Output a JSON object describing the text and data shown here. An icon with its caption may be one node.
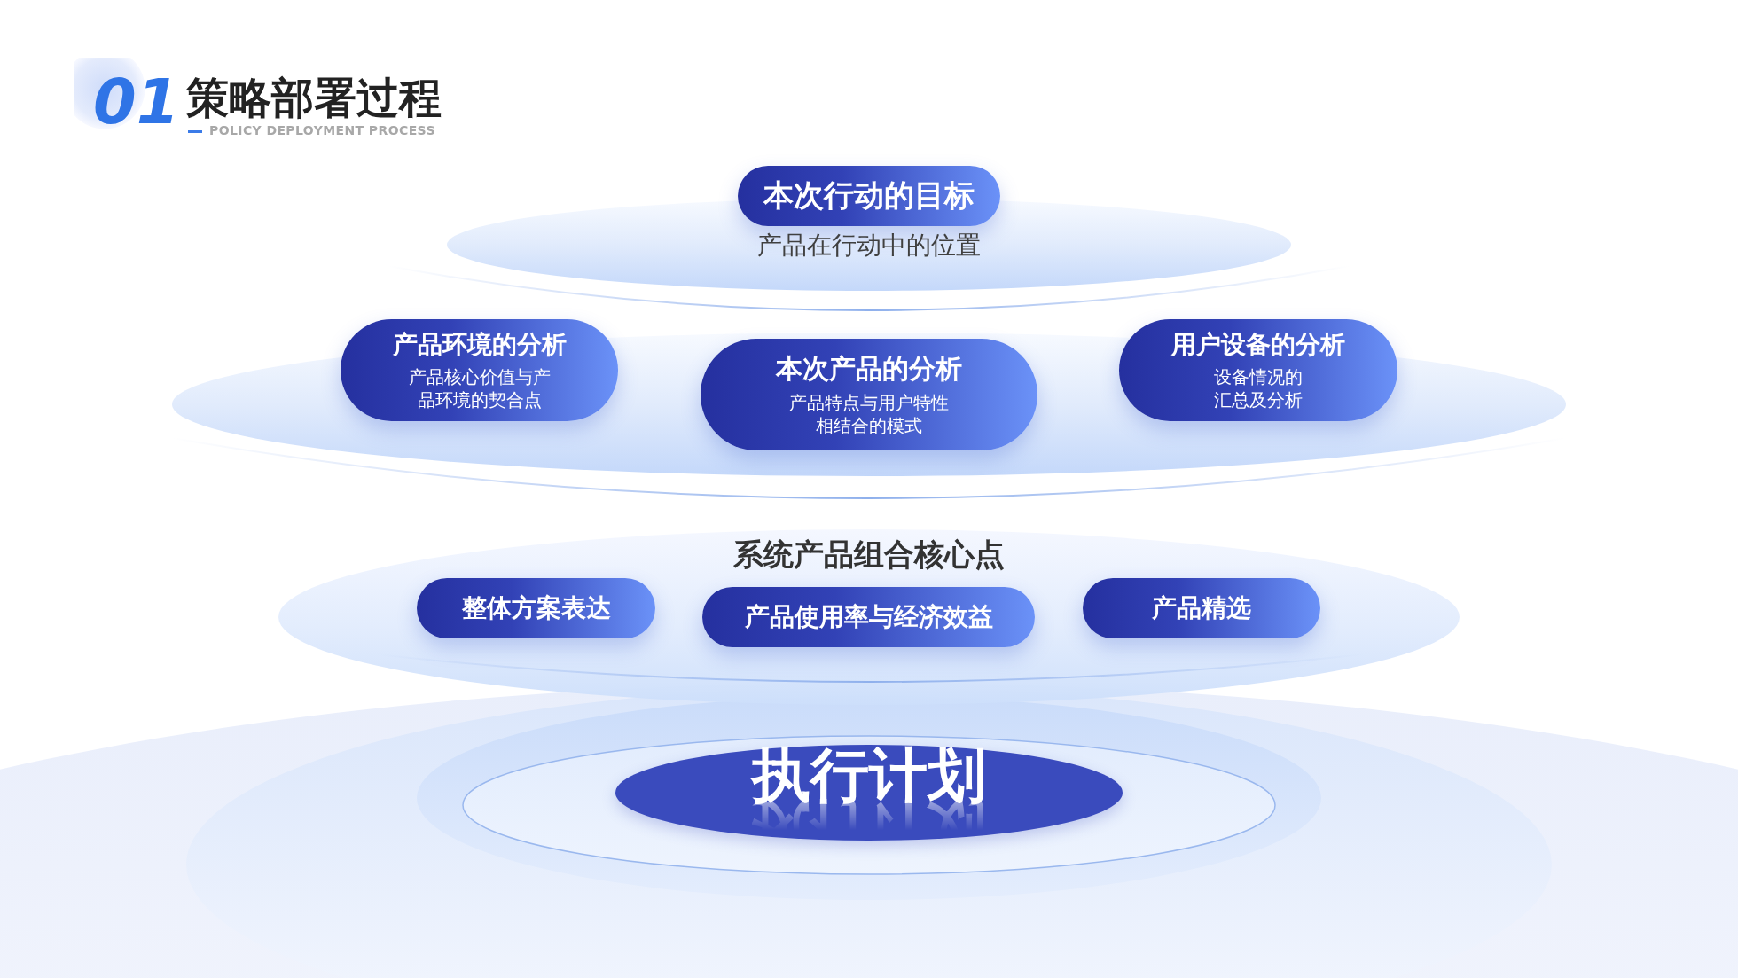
{
  "diagram": {
    "title": "策略部署过程",
    "nodes": [
      {
        "text": [
          "本次行动的目标"
        ],
        "beside": [
          "产品在行动中的位置"
        ]
      },
      {
        "text": [
          "产品环境的分析",
          "产品核心价值与产品环境的契合点"
        ]
      },
      {
        "text": [
          "本次产品的分析",
          "产品特点与用户特性相结合的模式"
        ]
      },
      {
        "text": [
          "用户设备的分析",
          "设备情况的汇总及分析"
        ]
      },
      {
        "text": [
          "系统产品组合核心点"
        ]
      },
      {
        "text": [
          "整体方案表达"
        ],
        "in": 4
      },
      {
        "text": [
          "产品使用率与经济效益"
        ],
        "in": 4
      },
      {
        "text": [
          "产品精选"
        ],
        "in": 4
      },
      {
        "text": [
          "执行计划"
        ]
      }
    ],
    "labels": [
      "01",
      "POLICY DEPLOYMENT PROCESS"
    ]
  }
}
